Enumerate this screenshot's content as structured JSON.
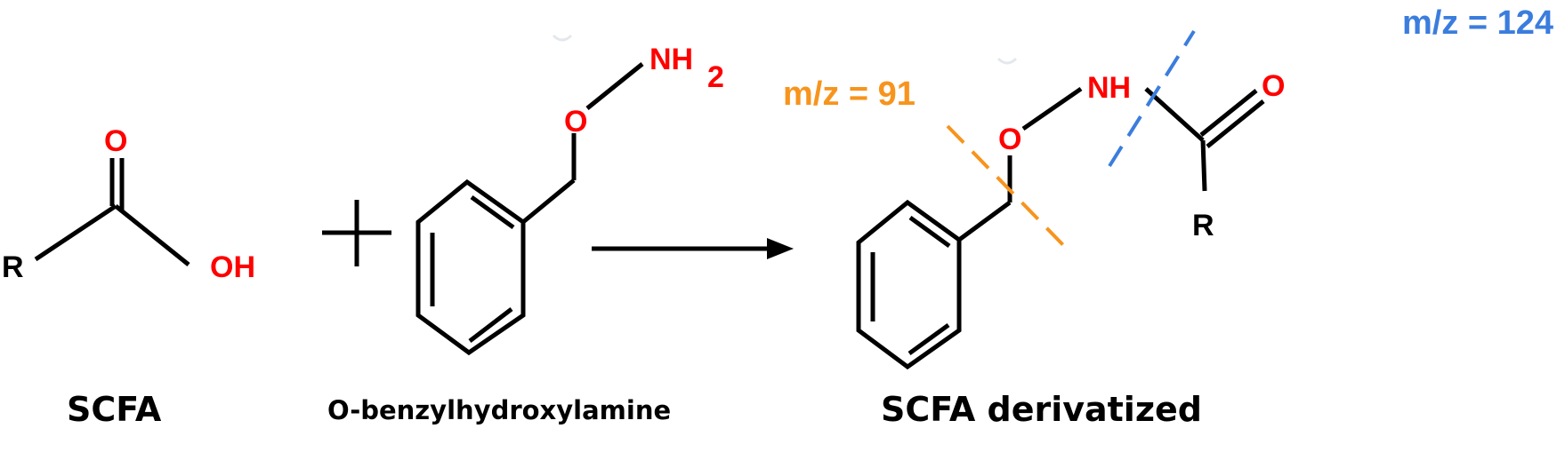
{
  "reactant_acid": {
    "caption": "SCFA",
    "atoms": {
      "r": "R",
      "carbonyl_o": "O",
      "hydroxyl": "OH"
    }
  },
  "plus_sign": "+",
  "reactant_amine": {
    "caption": "O-benzylhydroxylamine",
    "atoms": {
      "ether_o": "O",
      "amine": "NH",
      "amine_subscript": "2"
    }
  },
  "product": {
    "caption": "SCFA derivatized",
    "atoms": {
      "ether_o": "O",
      "amide_nh": "NH",
      "carbonyl_o": "O",
      "r": "R"
    },
    "fragments": [
      {
        "label": "m/z = 91",
        "color": "#f7941d"
      },
      {
        "label": "m/z = 124",
        "color": "#3b7ddd"
      }
    ]
  },
  "colors": {
    "heteroatom": "#ff0000",
    "bond": "#000000"
  }
}
